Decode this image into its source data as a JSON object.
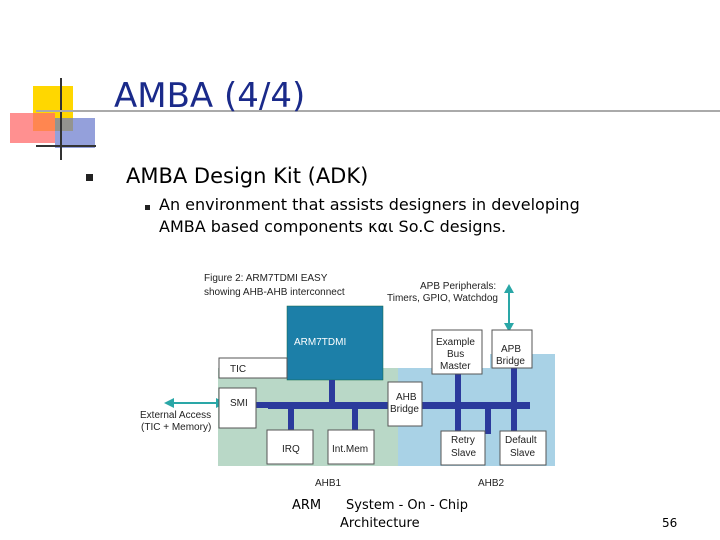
{
  "slide": {
    "title": "AMBA (4/4)",
    "bullet_1": "AMBA Design Kit (ADK)",
    "bullet_2_line1": "An environment that assists designers in developing",
    "bullet_2_line2": "AMBA based components και So.C designs.",
    "footer_left": "ARM",
    "footer_right_line1": "System - On - Chip",
    "footer_right_line2": "Architecture",
    "page_number": "56"
  },
  "figure": {
    "caption_line1": "Figure 2: ARM7TDMI EASY",
    "caption_line2": "showing AHB-AHB interconnect",
    "apb_peripherals_line1": "APB Peripherals:",
    "apb_peripherals_line2": "Timers, GPIO, Watchdog",
    "arm_label": "ARM7TDMI",
    "example_line1": "Example",
    "example_line2": "Bus",
    "example_line3": "Master",
    "apb_bridge_line1": "APB",
    "apb_bridge_line2": "Bridge",
    "tic": "TIC",
    "smi": "SMI",
    "ahb_bridge_line1": "AHB",
    "ahb_bridge_line2": "Bridge",
    "external_line1": "External Access",
    "external_line2": "(TIC + Memory)",
    "irq": "IRQ",
    "intmem": "Int.Mem",
    "retry_line1": "Retry",
    "retry_line2": "Slave",
    "default_line1": "Default",
    "default_line2": "Slave",
    "ahb1": "AHB1",
    "ahb2": "AHB2"
  },
  "colors": {
    "title": "#1a2a8a",
    "arm_block": "#1c7fa8",
    "bus": "#2b3a9c",
    "region_left": "#b9d8c7",
    "region_right": "#a9d2e6"
  }
}
